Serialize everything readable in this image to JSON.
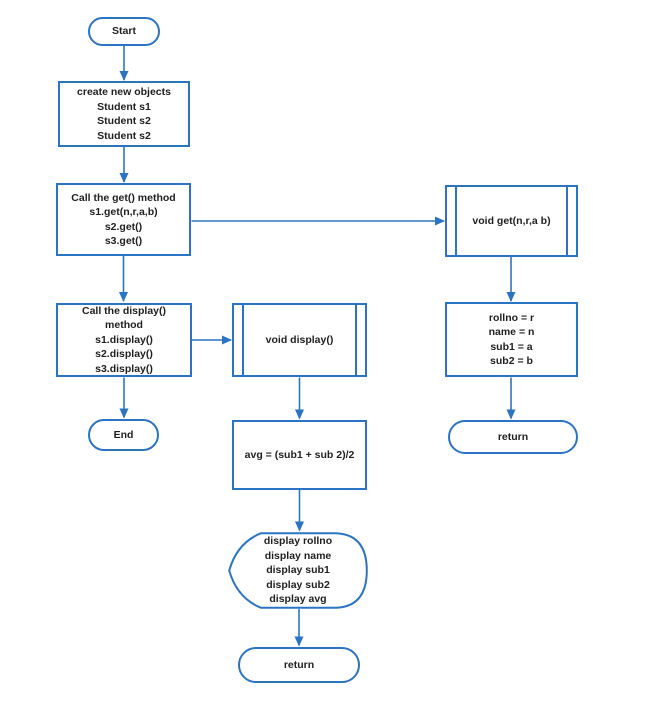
{
  "colors": {
    "stroke": "#2b74c3",
    "text": "#1f1f1f",
    "background": "#ffffff"
  },
  "nodes": {
    "start": {
      "type": "terminator",
      "label": "Start"
    },
    "create_objects": {
      "type": "process",
      "lines": [
        "create new objects",
        "Student s1",
        "Student s2",
        "Student s2"
      ]
    },
    "call_get": {
      "type": "process",
      "lines": [
        "Call the get() method",
        "s1.get(n,r,a,b)",
        "s2.get()",
        "s3.get()"
      ]
    },
    "void_get": {
      "type": "predefined-process",
      "label": "void get(n,r,a b)"
    },
    "call_display": {
      "type": "process",
      "lines": [
        "Call the display()",
        "method",
        "s1.display()",
        "s2.display()",
        "s3.display()"
      ]
    },
    "void_display": {
      "type": "predefined-process",
      "label": "void display()"
    },
    "end": {
      "type": "terminator",
      "label": "End"
    },
    "assign_values": {
      "type": "process",
      "lines": [
        "rollno = r",
        "name = n",
        "sub1 = a",
        "sub2 = b"
      ]
    },
    "return_get": {
      "type": "terminator",
      "label": "return"
    },
    "compute_avg": {
      "type": "process",
      "lines": [
        "avg = (sub1 + sub 2)/2"
      ]
    },
    "display_results": {
      "type": "display",
      "lines": [
        "display rollno",
        "display name",
        "display sub1",
        "display sub2",
        "display avg"
      ]
    },
    "return_display": {
      "type": "terminator",
      "label": "return"
    }
  },
  "edges": [
    {
      "from": "start",
      "to": "create_objects"
    },
    {
      "from": "create_objects",
      "to": "call_get"
    },
    {
      "from": "call_get",
      "to": "void_get"
    },
    {
      "from": "call_get",
      "to": "call_display"
    },
    {
      "from": "void_get",
      "to": "assign_values"
    },
    {
      "from": "call_display",
      "to": "void_display"
    },
    {
      "from": "call_display",
      "to": "end"
    },
    {
      "from": "void_display",
      "to": "compute_avg"
    },
    {
      "from": "assign_values",
      "to": "return_get"
    },
    {
      "from": "compute_avg",
      "to": "display_results"
    },
    {
      "from": "display_results",
      "to": "return_display"
    }
  ]
}
